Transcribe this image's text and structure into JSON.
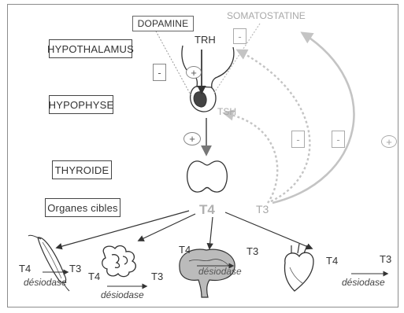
{
  "levels": {
    "hypothalamus": "HYPOTHALAMUS",
    "hypophyse": "HYPOPHYSE",
    "thyroide": "THYROIDE",
    "organes_cibles": "Organes cibles"
  },
  "hormones": {
    "dopamine": "DOPAMINE",
    "somatostatine": "SOMATOSTATINE",
    "trh": "TRH",
    "tsh": "TSH",
    "t4": "T4",
    "t3": "T3"
  },
  "signs": {
    "minus": "-",
    "plus": "+"
  },
  "targets": {
    "muscle": {
      "t4": "T4",
      "t3": "T3",
      "enzyme": "désiodase"
    },
    "intestine": {
      "t4": "T4",
      "t3": "T3",
      "enzyme": "désiodase"
    },
    "brain": {
      "t4": "T4",
      "t3": "T3",
      "enzyme": "désiodase"
    },
    "heart": {
      "t4": "T4",
      "t3": "T3",
      "enzyme": "désiodase"
    }
  }
}
